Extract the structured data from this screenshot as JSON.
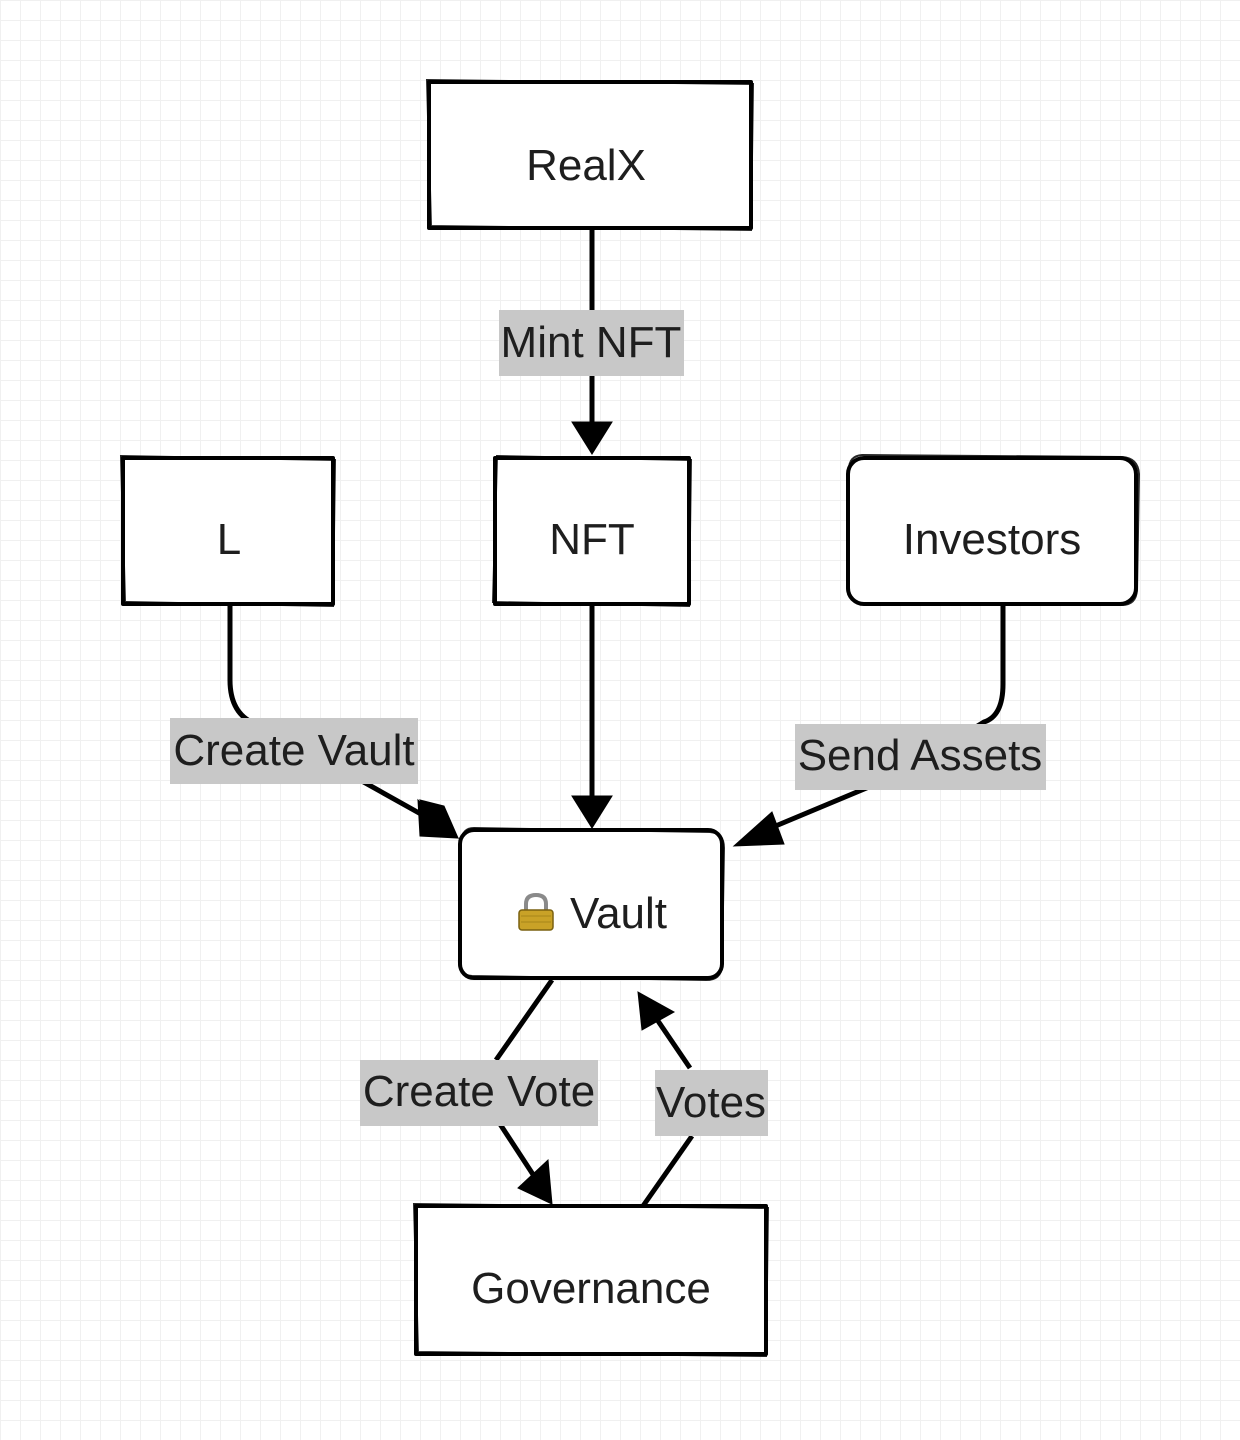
{
  "nodes": {
    "realx": {
      "label": "RealX"
    },
    "lender": {
      "label": "L"
    },
    "nft": {
      "label": "NFT"
    },
    "investors": {
      "label": "Investors"
    },
    "vault": {
      "label": "Vault",
      "icon": "lock-icon"
    },
    "governance": {
      "label": "Governance"
    }
  },
  "edges": {
    "mint_nft": {
      "from": "RealX",
      "to": "NFT",
      "label": "Mint NFT"
    },
    "nft_to_vault": {
      "from": "NFT",
      "to": "Vault",
      "label": ""
    },
    "create_vault": {
      "from": "L",
      "to": "Vault",
      "label": "Create Vault"
    },
    "send_assets": {
      "from": "Investors",
      "to": "Vault",
      "label": "Send Assets"
    },
    "create_vote": {
      "from": "Vault",
      "to": "Governance",
      "label": "Create Vote"
    },
    "votes": {
      "from": "Governance",
      "to": "Vault",
      "label": "Votes"
    }
  },
  "colors": {
    "stroke": "#000000",
    "label_bg": "#c8c8c8",
    "text": "#1e1e1e",
    "grid": "#f0f0f0"
  }
}
